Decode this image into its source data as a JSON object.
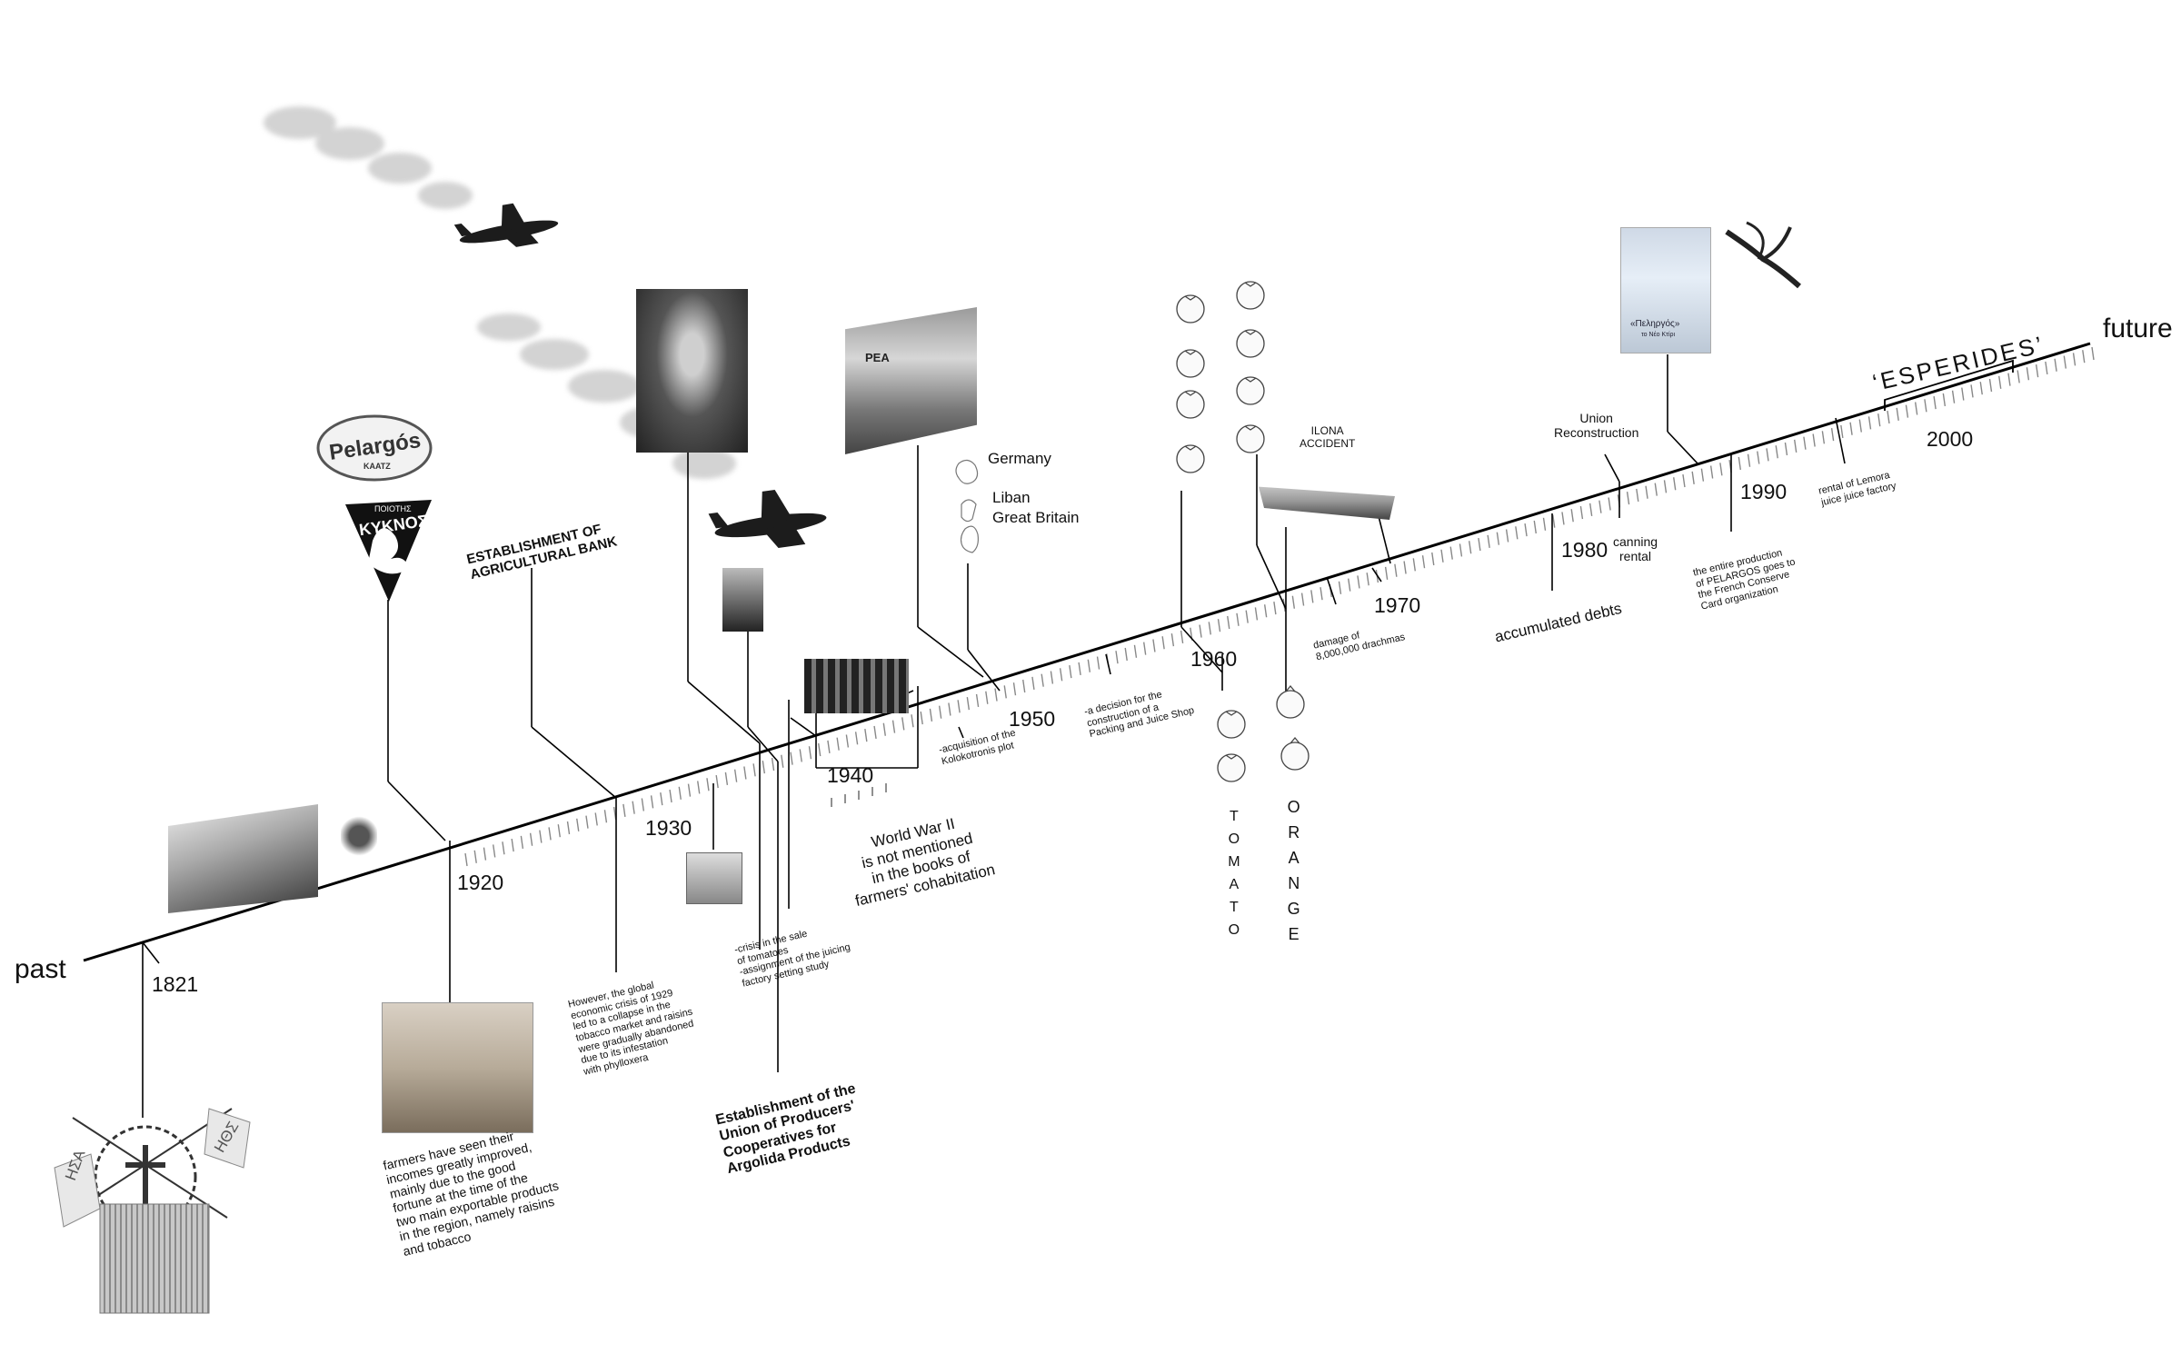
{
  "axis": {
    "start_label": "past",
    "end_label": "future",
    "years": [
      "1821",
      "1920",
      "1930",
      "1940",
      "1950",
      "1960",
      "1970",
      "1980",
      "1990",
      "2000"
    ]
  },
  "brands": {
    "pelargos_logo": "Pelargós",
    "pelargos_sub": "ΚΑΑΤΖ",
    "kyknos_top": "ΠΟΙΟΤΗΣ",
    "kyknos_name": "ΚΥΚΝΟΣ",
    "photo_sign": "ΡΕΑ"
  },
  "events": {
    "agricultural_bank": "ESTABLISHMENT OF\nAGRICULTURAL BANK",
    "farmers_incomes": "farmers have seen their\nincomes greatly improved,\nmainly due to the good\nfortune at the time of the\ntwo main exportable products\nin the region, namely raisins\nand tobacco",
    "crisis_1929": "However, the global\neconomic crisis of 1929\nled to a collapse in the\ntobacco market and raisins\nwere gradually abandoned\ndue to its infestation\nwith phylloxera",
    "tomato_crisis": "-crisis in the sale\nof tomatoes\n-assignment of the juicing\nfactory setting study",
    "union_establishment": "Establishment of the\nUnion of Producers'\nCooperatives for\nArgolida Products",
    "ww2": "World War II\nis not mentioned\nin the books of\nfarmers' cohabitation",
    "kolokotronis": "-acquisition of the\nKolokotronis plot",
    "packing_shop": "-a decision for the\nconstruction of a\nPacking and Juice Shop",
    "ilona": "ILONA\nACCIDENT",
    "damage": "damage of\n8,000,000 drachmas",
    "union_reconstruction": "Union\nReconstruction",
    "canning": "canning\nrental",
    "debts": "accumulated debts",
    "pelargos_production": "the entire production\nof PELARGOS goes to\nthe French Conserve\nCard organization",
    "lemora": "rental of Lemora\njuice juice factory",
    "esperides": "‘ESPERIDES’"
  },
  "exports": [
    "Germany",
    "Liban",
    "Great Britain"
  ],
  "products": {
    "tomato": "TOMATO",
    "orange": "ORANGE"
  },
  "flags": {
    "left": "ΗΣΑ",
    "right": "ΗΘΣ"
  },
  "poster": {
    "title": "«Πεληργός»",
    "sub": "το Νέο Κτίρι"
  }
}
